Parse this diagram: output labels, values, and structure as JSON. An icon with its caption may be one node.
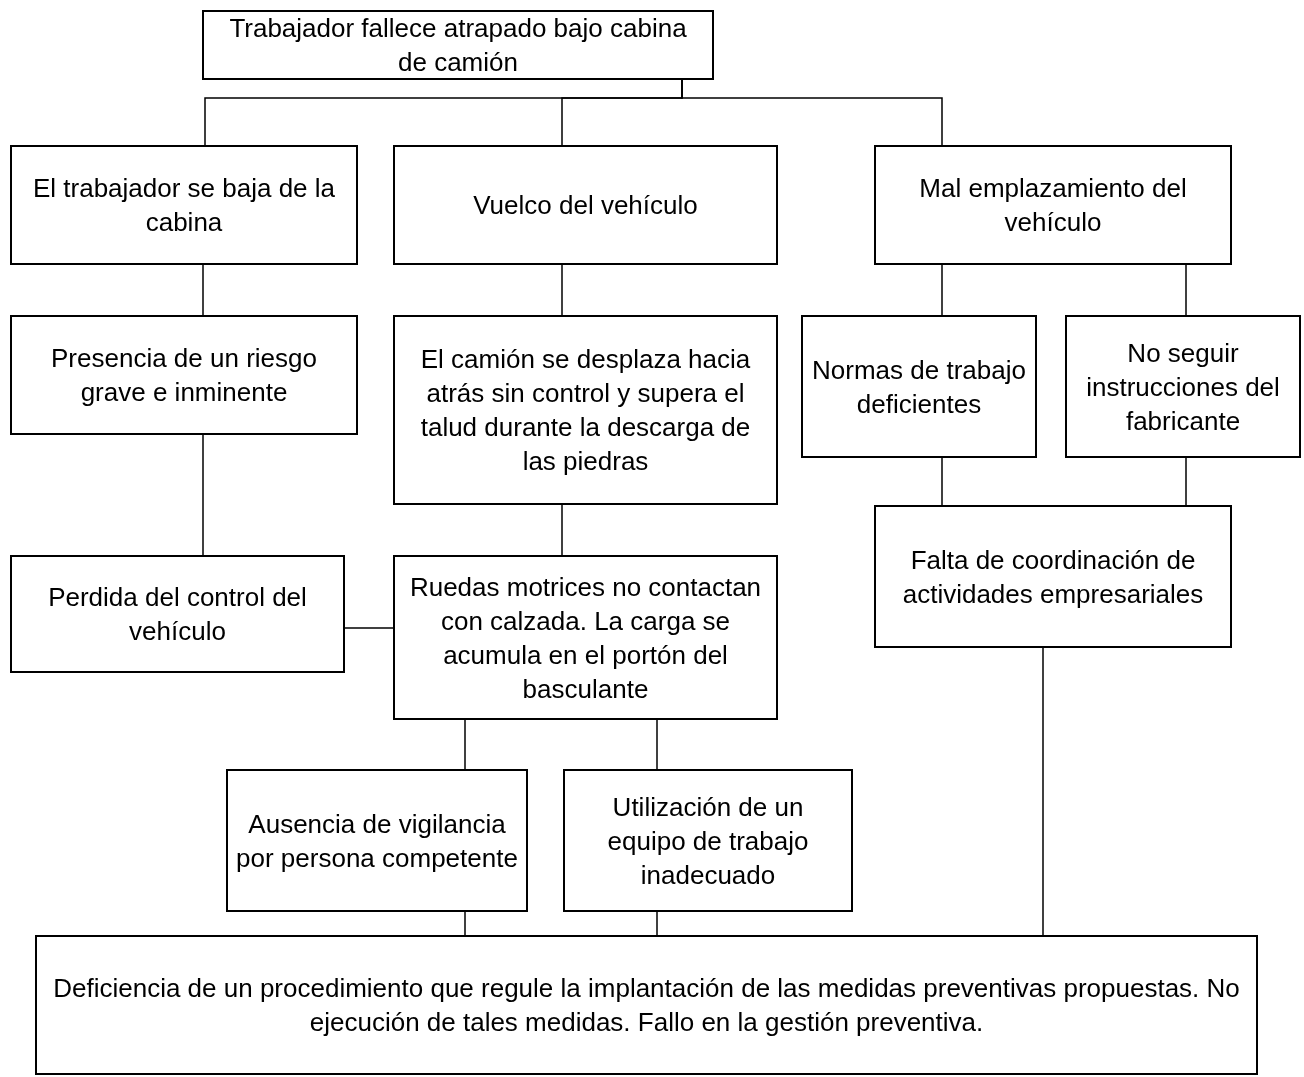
{
  "diagram": {
    "nodes": [
      {
        "text": [
          "Trabajador fallece atrapado bajo cabina de camión"
        ]
      },
      {
        "text": [
          "El trabajador se baja de la cabina"
        ]
      },
      {
        "text": [
          "Vuelco del vehículo"
        ]
      },
      {
        "text": [
          "Mal emplazamiento del vehículo"
        ]
      },
      {
        "text": [
          "Presencia de un riesgo grave e inminente"
        ]
      },
      {
        "text": [
          "El camión se desplaza hacia atrás sin control y supera el talud durante la descarga de las piedras"
        ]
      },
      {
        "text": [
          "Normas de trabajo deficientes"
        ]
      },
      {
        "text": [
          "No seguir instrucciones del fabricante"
        ]
      },
      {
        "text": [
          "Perdida del control del vehículo"
        ]
      },
      {
        "text": [
          "Ruedas motrices no contactan con calzada. La carga se acumula en el portón del basculante"
        ]
      },
      {
        "text": [
          "Falta de coordinación de actividades empresariales"
        ]
      },
      {
        "text": [
          "Ausencia de vigilancia por persona competente"
        ]
      },
      {
        "text": [
          "Utilización de un equipo de trabajo inadecuado"
        ]
      },
      {
        "text": [
          "Deficiencia de un procedimiento que regule la implantación de las medidas preventivas propuestas. No ejecución de tales medidas. Fallo en la gestión preventiva."
        ]
      }
    ],
    "edges": [
      {
        "from": 0,
        "to": 1,
        "arrow": "none"
      },
      {
        "from": 0,
        "to": 2,
        "arrow": "none"
      },
      {
        "from": 0,
        "to": 3,
        "arrow": "none"
      },
      {
        "from": 1,
        "to": 4,
        "arrow": "none"
      },
      {
        "from": 4,
        "to": 8,
        "arrow": "none"
      },
      {
        "from": 2,
        "to": 5,
        "arrow": "none"
      },
      {
        "from": 5,
        "to": 9,
        "arrow": "none"
      },
      {
        "from": 8,
        "to": 9,
        "arrow": "none"
      },
      {
        "from": 3,
        "to": 6,
        "arrow": "none"
      },
      {
        "from": 3,
        "to": 7,
        "arrow": "none"
      },
      {
        "from": 6,
        "to": 10,
        "arrow": "none"
      },
      {
        "from": 7,
        "to": 10,
        "arrow": "none"
      },
      {
        "from": 9,
        "to": 11,
        "arrow": "none"
      },
      {
        "from": 9,
        "to": 12,
        "arrow": "none"
      },
      {
        "from": 11,
        "to": 13,
        "arrow": "none"
      },
      {
        "from": 12,
        "to": 13,
        "arrow": "none"
      },
      {
        "from": 10,
        "to": 13,
        "arrow": "none"
      }
    ]
  }
}
